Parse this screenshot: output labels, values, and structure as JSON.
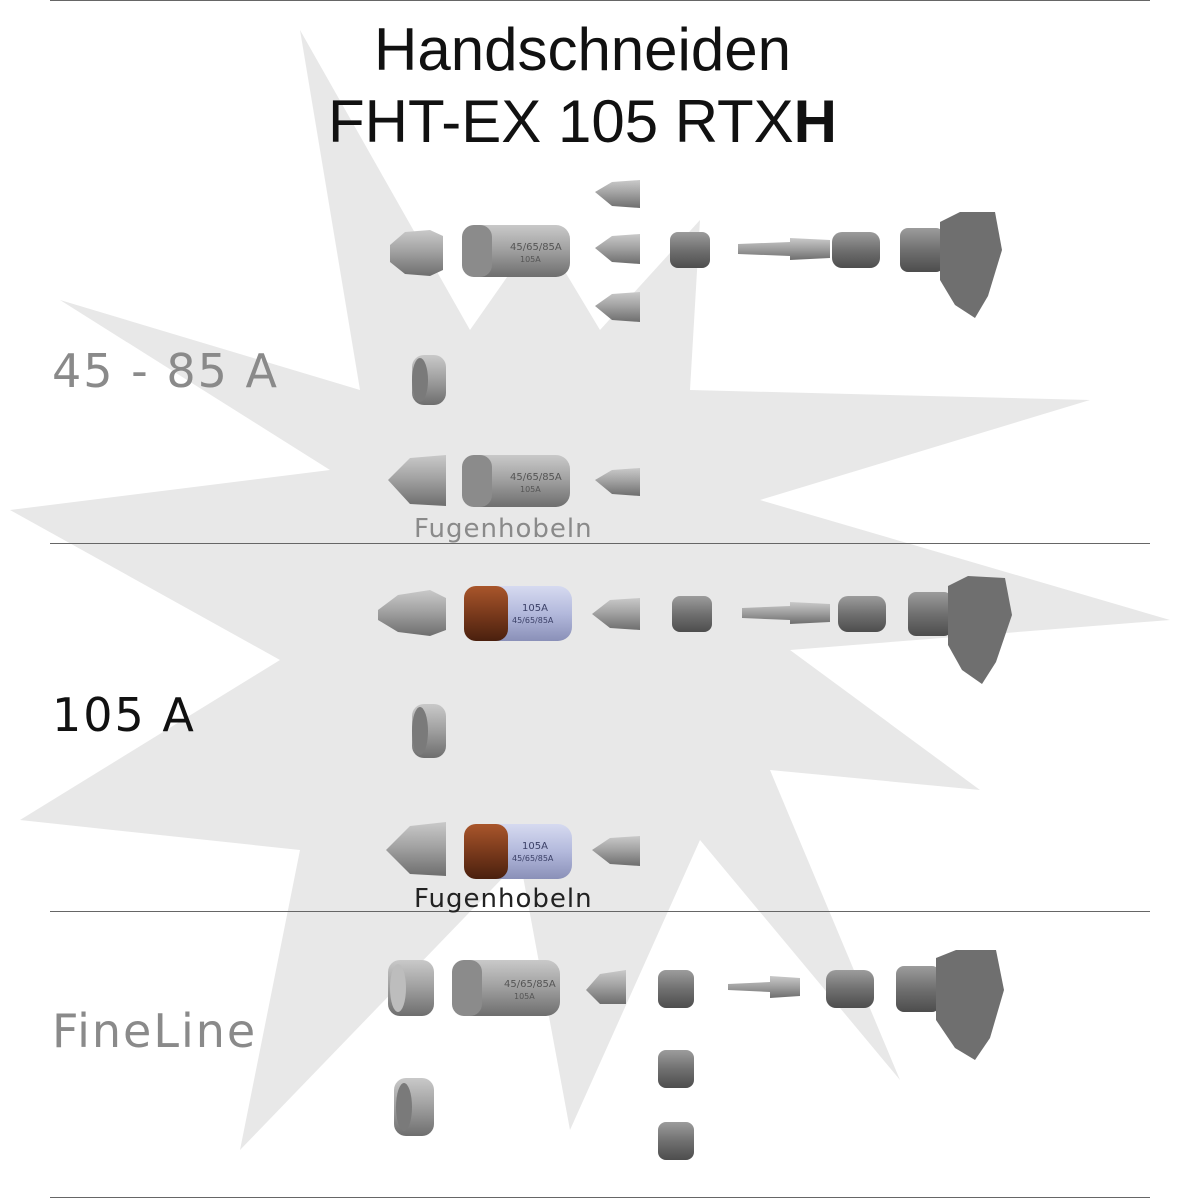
{
  "title": {
    "line1": "Handschneiden",
    "line2_prefix": "FHT-EX 105 RTX",
    "line2_bold": "H"
  },
  "sections": [
    {
      "label": "45 - 85 A",
      "sublabel": "Fugenhobeln",
      "label_color": "#8a8a8a",
      "sublabel_color": "#8a8a8a"
    },
    {
      "label": "105 A",
      "sublabel": "Fugenhobeln",
      "label_color": "#111111",
      "sublabel_color": "#222222"
    },
    {
      "label": "FineLine",
      "label_color": "#8a8a8a"
    }
  ],
  "part_labels": {
    "shield_a": "45/65/85A",
    "shield_a_badge": "105A",
    "shield_b": "105A",
    "shield_b_badge": "45/65/85A"
  },
  "colors": {
    "part_gray": "#9a9a9a",
    "part_dark": "#6f6f6f",
    "copper": "#7a3a1c",
    "sleeve_blue": "#b9bfe0",
    "burst": "#e6e6e6"
  }
}
